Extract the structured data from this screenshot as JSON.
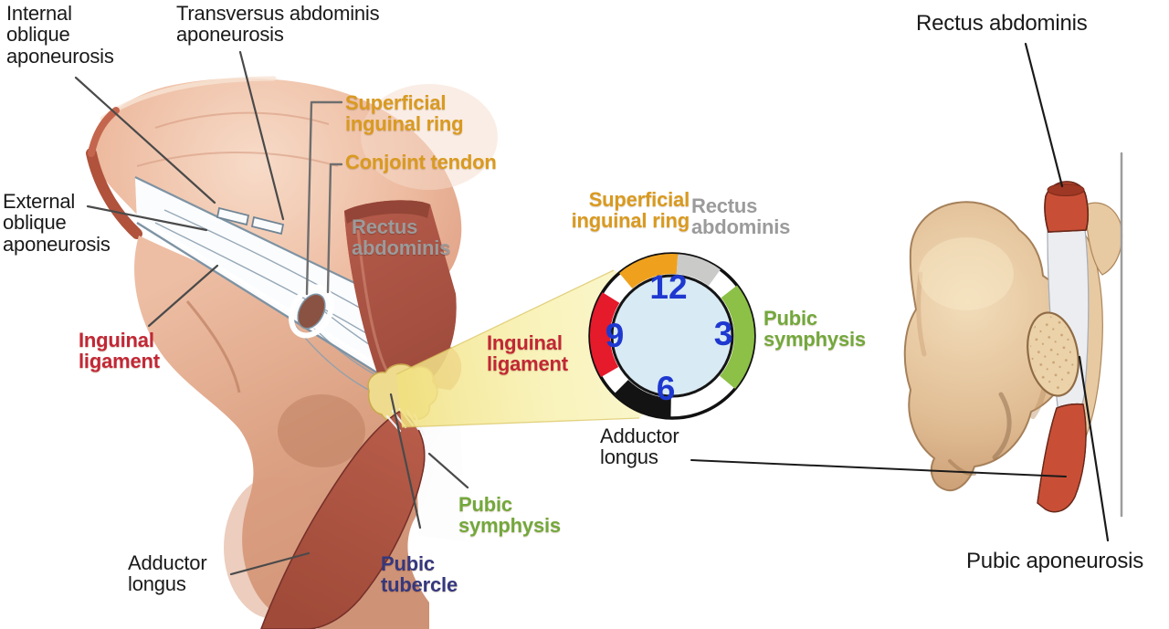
{
  "labels": {
    "internal_oblique": {
      "text": "Internal\noblique\naponeurosis"
    },
    "transversus": {
      "text": "Transversus abdominis\naponeurosis"
    },
    "superficial_ring_left": {
      "text": "Superficial\ninguinal ring"
    },
    "conjoint_tendon": {
      "text": "Conjoint tendon"
    },
    "external_oblique": {
      "text": "External\noblique\naponeurosis"
    },
    "rectus_left": {
      "text": "Rectus\nabdominis"
    },
    "inguinal_left": {
      "text": "Inguinal\nligament"
    },
    "adductor_left": {
      "text": "Adductor\nlongus"
    },
    "pubic_tubercle": {
      "text": "Pubic\ntubercle"
    },
    "pubic_symphysis_left": {
      "text": "Pubic\nsymphysis"
    },
    "superficial_ring_center": {
      "text": "Superficial\ninguinal ring"
    },
    "rectus_center": {
      "text": "Rectus\nabdominis"
    },
    "pubic_symphysis_center": {
      "text": "Pubic\nsymphysis"
    },
    "inguinal_center": {
      "text": "Inguinal\nligament"
    },
    "adductor_center": {
      "text": "Adductor\nlongus"
    },
    "rectus_right": {
      "text": "Rectus abdominis"
    },
    "pubic_aponeurosis": {
      "text": "Pubic aponeurosis"
    }
  },
  "colors": {
    "label_black": "#1A1A1A",
    "label_orange": "#D99A20",
    "label_gray": "#9B9B9B",
    "label_green": "#73A83C",
    "label_red": "#C22735",
    "label_navy": "#35387E",
    "clock_number_blue": "#1E38D0"
  },
  "clock": {
    "numbers": [
      "12",
      "3",
      "6",
      "9"
    ],
    "face_color": "#D8EAF4",
    "ring_color": "#FFFFFF",
    "segments": [
      {
        "name": "superficial-inguinal-ring",
        "color": "#EFA11E",
        "start": 320,
        "end": 4
      },
      {
        "name": "rectus-abdominis",
        "color": "#CACBC9",
        "start": 4,
        "end": 36
      },
      {
        "name": "pubic-symphysis",
        "color": "#8CC046",
        "start": 52,
        "end": 130
      },
      {
        "name": "adductor-longus",
        "color": "#131313",
        "start": 181,
        "end": 225
      },
      {
        "name": "inguinal-ligament",
        "color": "#E51A2B",
        "start": 240,
        "end": 302
      }
    ]
  }
}
